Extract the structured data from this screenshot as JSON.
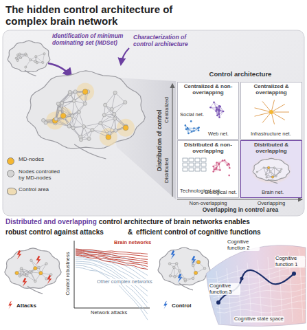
{
  "diagram": {
    "title": "The hidden control architecture of complex brain network",
    "nodes": [
      {
        "text": [
          "Control architecture"
        ]
      },
      {
        "text": [
          "Centralized & non-overlapping",
          "Social net.",
          "Web net."
        ],
        "in": 0
      },
      {
        "text": [
          "Centralized & overlapping",
          "Infrastructure net."
        ],
        "in": 0
      },
      {
        "text": [
          "Distributed & non-overlapping",
          "Technological net.",
          "Biological net."
        ],
        "in": 0
      },
      {
        "text": [
          "Distributed & overlapping",
          "Brain net."
        ],
        "in": 0
      }
    ],
    "labels": [
      "Identification of minimum dominating set (MDSet)",
      "Characterization of control architecture",
      "Distribution of control",
      "Centralized",
      "Distributed",
      "Overlapping in control area",
      "Non-overlapping",
      "Overlapping",
      "Distributed and overlapping",
      "control architecture of brain networks enables",
      "robust control against attacks",
      "&",
      "efficient control of cognitive functions",
      "Attacks",
      "Control robustness",
      "Brain networks",
      "Other complex networks",
      "Network attacks",
      "Control",
      "Cognitive function 1",
      "Cognitive function 2",
      "Cognitive function 3",
      "Cognitive state space"
    ],
    "legend": [
      {
        "text": "MD-nodes",
        "color": "#f5b731"
      },
      {
        "text": "Nodes controlled by MD-nodes",
        "color": "#d4d4d4"
      },
      {
        "text": "Control area",
        "color": "#efdcb4"
      }
    ]
  }
}
